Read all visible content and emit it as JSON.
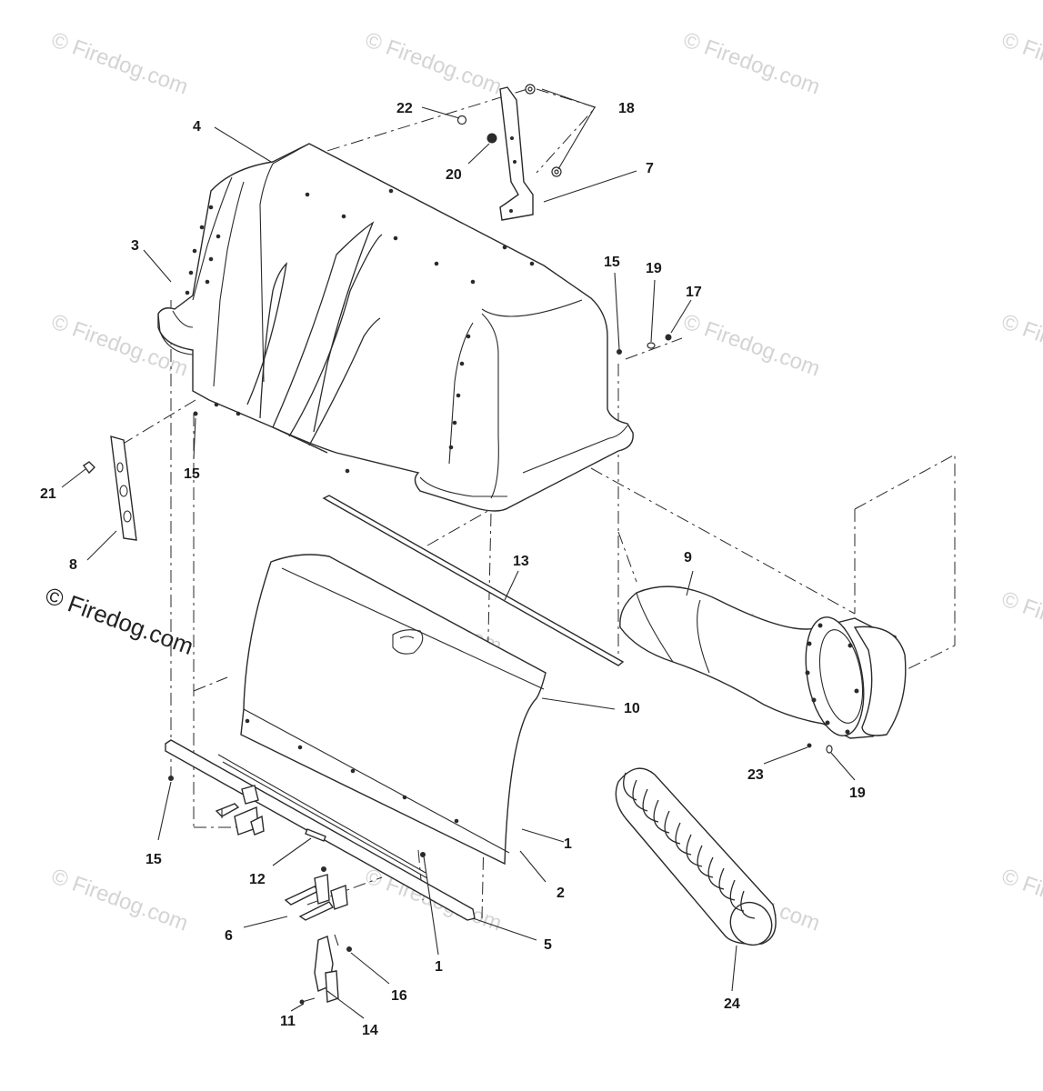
{
  "watermark": {
    "text": "© Firedog.com",
    "color": "#d4d4d4",
    "prominent_color": "#222222"
  },
  "callouts": [
    "1",
    "1",
    "2",
    "3",
    "4",
    "5",
    "6",
    "7",
    "8",
    "9",
    "10",
    "11",
    "12",
    "13",
    "14",
    "15",
    "15",
    "15",
    "16",
    "17",
    "18",
    "19",
    "19",
    "20",
    "21",
    "22",
    "23",
    "24"
  ],
  "parts": [
    {
      "id": "4",
      "name": "hood"
    },
    {
      "id": "7",
      "name": "bracket"
    },
    {
      "id": "8",
      "name": "plate"
    },
    {
      "id": "9",
      "name": "elbow-chute"
    },
    {
      "id": "10",
      "name": "panel"
    },
    {
      "id": "12",
      "name": "hinge-bar"
    },
    {
      "id": "13",
      "name": "seal-strip"
    },
    {
      "id": "24",
      "name": "flex-hose"
    }
  ]
}
